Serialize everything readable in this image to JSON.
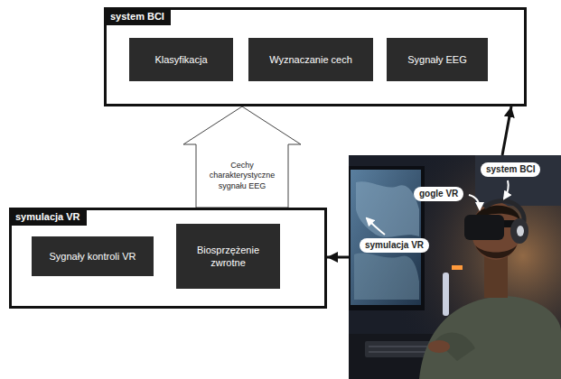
{
  "diagram": {
    "nodes": [
      {
        "text": [
          "system BCI"
        ]
      },
      {
        "text": [
          "Klasyfikacja"
        ],
        "in": 0
      },
      {
        "text": [
          "Wyznaczanie cech"
        ],
        "in": 0
      },
      {
        "text": [
          "Sygnały EEG"
        ],
        "in": 0
      },
      {
        "text": [
          "symulacja VR"
        ]
      },
      {
        "text": [
          "Sygnały kontroli VR"
        ],
        "in": 4
      },
      {
        "text": [
          "Biosprzężenie zwrotne"
        ],
        "in": 4
      },
      {
        "text": [
          "system BCI",
          "gogle VR",
          "symulacja VR"
        ]
      }
    ],
    "edges": [
      {
        "from": 4,
        "to": 0,
        "label": "Cechy charakterystyczne sygnału EEG",
        "arrow": "to"
      },
      {
        "from": 7,
        "to": 0,
        "arrow": "to"
      },
      {
        "from": 7,
        "to": 4,
        "arrow": "to"
      }
    ]
  }
}
